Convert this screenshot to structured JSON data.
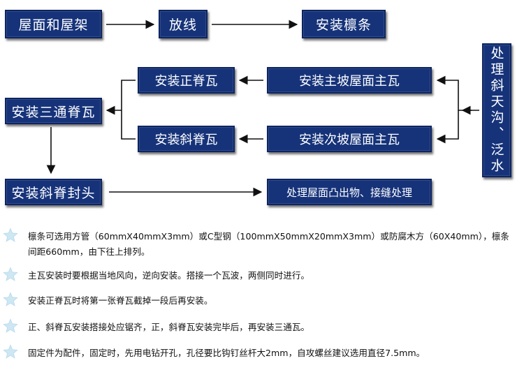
{
  "flow": {
    "roof_frame": "屋面和屋架",
    "layout_lines": "放线",
    "install_purlins": "安装檩条",
    "handle_valley": "处理斜天沟、泛水",
    "install_main_ridge": "安装正脊瓦",
    "install_main_slope": "安装主坡屋面主瓦",
    "install_three_way": "安装三通脊瓦",
    "install_hip_ridge": "安装斜脊瓦",
    "install_secondary_slope": "安装次坡屋面主瓦",
    "install_hip_cap": "安装斜脊封头",
    "handle_protrusions": "处理屋面凸出物、接缝处理"
  },
  "notes": [
    "檩条可选用方管（60mmX40mmX3mm）或C型钢（100mmX50mmX20mmX3mm）或防腐木方（60X40mm），檩条间距660mm，由下往上排列。",
    "主瓦安装时要根据当地风向，逆向安装。搭接一个瓦波，两侧同时进行。",
    "安装正脊瓦时将第一张脊瓦截掉一段后再安装。",
    "正、斜脊瓦安装搭接处应锯齐，正，斜脊瓦安装完毕后，再安装三通瓦。",
    "固定件为配件，固定时，先用电钻开孔，孔径要比钩钉丝杆大2mm，自攻螺丝建议选用直径7.5mm。"
  ],
  "icons": {
    "note_bullet": "star-icon"
  },
  "colors": {
    "box_fill": "#16337a",
    "arrow": "#111111",
    "star": "#b9dced"
  }
}
